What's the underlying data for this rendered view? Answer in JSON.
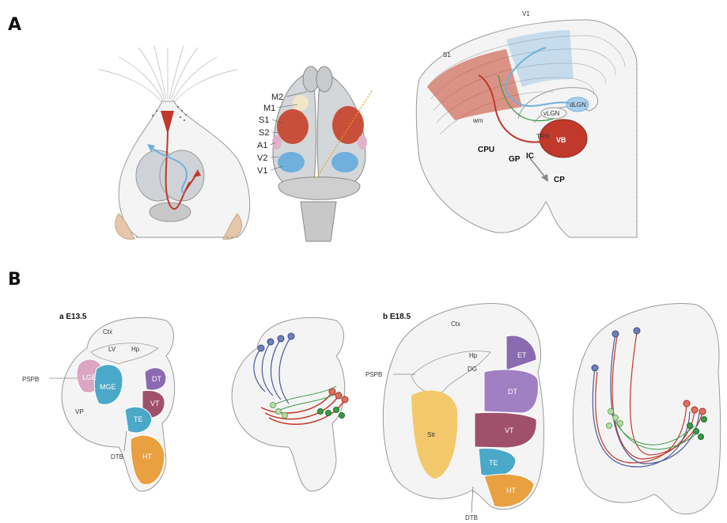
{
  "panels": {
    "A": {
      "letter": "A",
      "brain_areas": [
        "M2",
        "M1",
        "S1",
        "S2",
        "A1",
        "V2",
        "V1"
      ],
      "coronal": {
        "s1": "S1",
        "v1": "V1",
        "wm": "wm",
        "dlgn": "dLGN",
        "vlgn": "vLGN",
        "vb": "VB",
        "trn": "TRN",
        "cpu": "CPU",
        "gp": "GP",
        "ic": "IC",
        "cp": "CP"
      }
    },
    "B": {
      "letter": "B",
      "a": {
        "title": "a  E13.5",
        "labels": {
          "ctx": "Ctx",
          "lv": "LV",
          "hp": "Hp",
          "pspb": "PSPB",
          "lge": "LGE",
          "mge": "MGE",
          "dt": "DT",
          "vt": "VT",
          "vp": "VP",
          "te": "TE",
          "dtb": "DTB",
          "ht": "HT"
        }
      },
      "b": {
        "title": "b  E18.5",
        "labels": {
          "ctx": "Ctx",
          "hp": "Hp",
          "dg": "DG",
          "pspb": "PSPB",
          "et": "ET",
          "dt": "DT",
          "vt": "VT",
          "str": "Str",
          "te": "TE",
          "ht": "HT",
          "dtb": "DTB"
        }
      }
    }
  },
  "colors": {
    "red": "#c0392b",
    "thalamic_red": "#c8503a",
    "blue": "#6fb0dd",
    "nav": "#4a5a9a",
    "green": "#3c9a4a",
    "purple": "#8a6ab0",
    "mauve": "#a0506a",
    "orange": "#e8a040",
    "teal": "#4aa8c8",
    "pink": "#dba6c4",
    "yellow": "#f3c96b"
  }
}
